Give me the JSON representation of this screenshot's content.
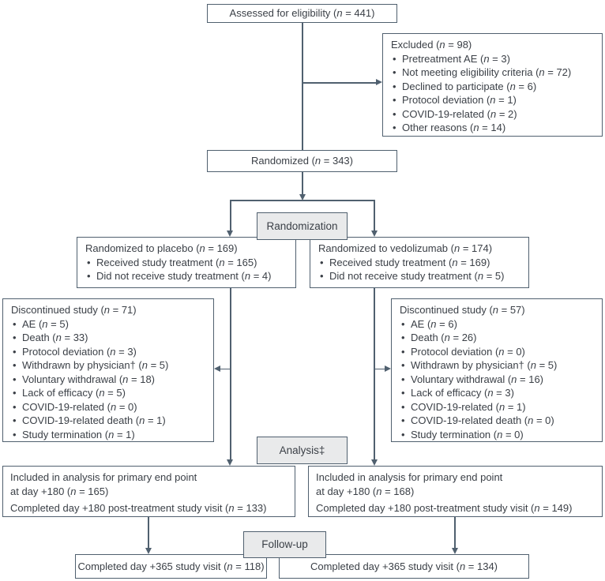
{
  "colors": {
    "line": "#50606f",
    "text": "#3b4047",
    "label_fill": "#e9eaeb"
  },
  "diagram": {
    "assessed": "Assessed for eligibility (n = 441)",
    "excluded": {
      "title": "Excluded (n = 98)",
      "items": [
        "Pretreatment AE (n = 3)",
        "Not meeting eligibility criteria (n = 72)",
        "Declined to participate (n = 6)",
        "Protocol deviation (n = 1)",
        "COVID-19-related (n = 2)",
        "Other reasons (n = 14)"
      ]
    },
    "randomized": "Randomized (n = 343)",
    "stage_labels": {
      "randomization": "Randomization",
      "analysis": "Analysis‡",
      "followup": "Follow-up"
    },
    "placebo": {
      "arm": {
        "title": "Randomized to placebo (n = 169)",
        "items": [
          "Received study treatment (n = 165)",
          "Did not receive study treatment (n = 4)"
        ]
      },
      "discontinued": {
        "title": "Discontinued study (n = 71)",
        "items": [
          "AE (n = 5)",
          "Death (n = 33)",
          "Protocol deviation (n = 3)",
          "Withdrawn by physician† (n = 5)",
          "Voluntary withdrawal (n = 18)",
          "Lack of efficacy (n = 5)",
          "COVID-19-related (n = 0)",
          "COVID-19-related death (n = 1)",
          "Study termination (n = 1)"
        ]
      },
      "analysis": {
        "line1": "Included in analysis for primary end point",
        "line2": "at day +180 (n = 165)",
        "line3": "Completed day +180 post-treatment study visit (n = 133)"
      },
      "followup": "Completed day +365 study visit (n = 118)"
    },
    "vedolizumab": {
      "arm": {
        "title": "Randomized to vedolizumab (n = 174)",
        "items": [
          "Received study treatment (n = 169)",
          "Did not receive study treatment (n = 5)"
        ]
      },
      "discontinued": {
        "title": "Discontinued study (n = 57)",
        "items": [
          "AE (n = 6)",
          "Death (n = 26)",
          "Protocol deviation (n = 0)",
          "Withdrawn by physician† (n = 5)",
          "Voluntary withdrawal (n = 16)",
          "Lack of efficacy (n = 3)",
          "COVID-19-related (n = 1)",
          "COVID-19-related death (n = 0)",
          "Study termination (n = 0)"
        ]
      },
      "analysis": {
        "line1": "Included in analysis for primary end point",
        "line2": "at day +180 (n = 168)",
        "line3": "Completed day +180 post-treatment study visit (n = 149)"
      },
      "followup": "Completed day +365 study visit (n = 134)"
    }
  }
}
